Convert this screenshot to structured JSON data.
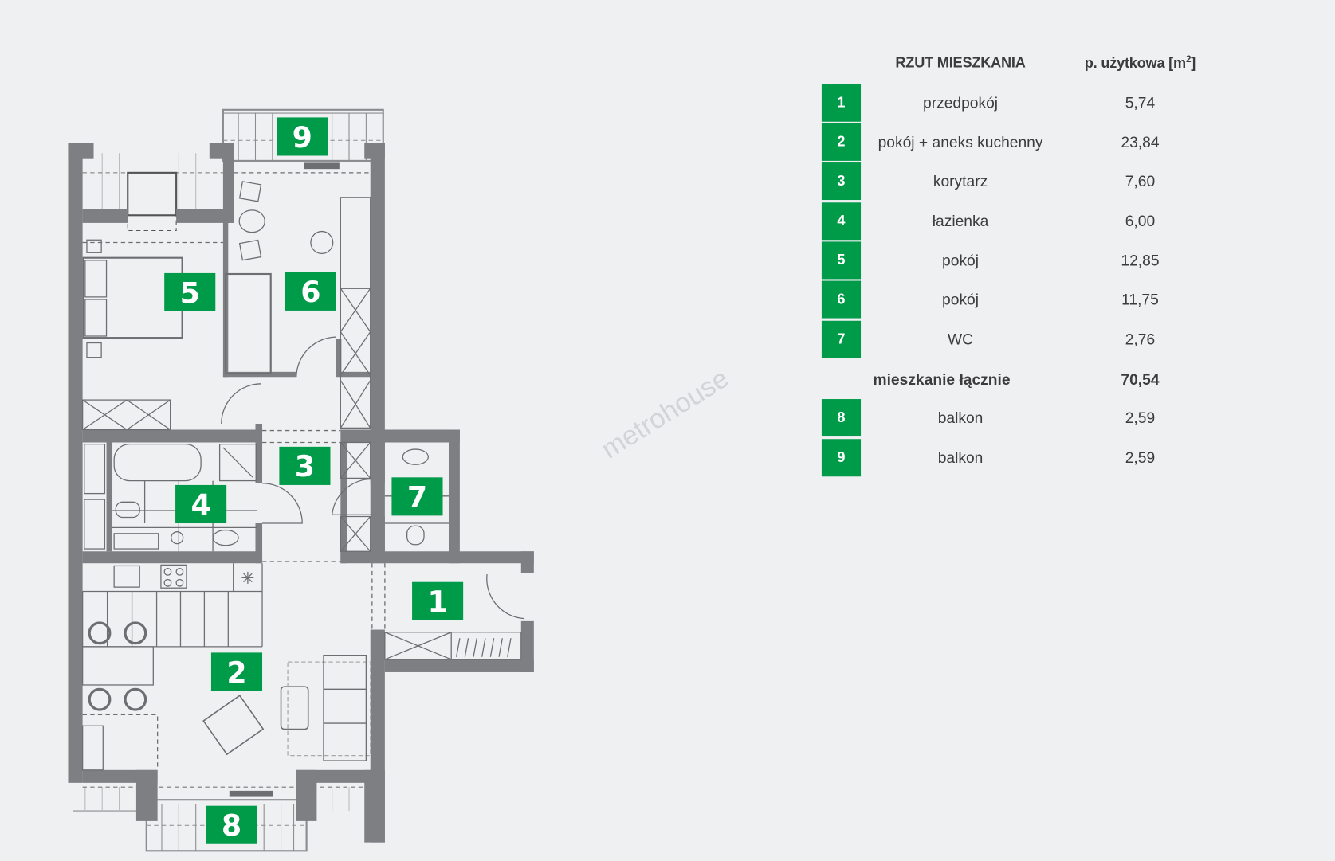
{
  "table": {
    "header_name": "RZUT MIESZKANIA",
    "header_area": "p. użytkowa [m",
    "header_area_sup": "2",
    "header_area_end": "]",
    "rooms": [
      {
        "num": "1",
        "name": "przedpokój",
        "area": "5,74"
      },
      {
        "num": "2",
        "name": "pokój + aneks kuchenny",
        "area": "23,84"
      },
      {
        "num": "3",
        "name": "korytarz",
        "area": "7,60"
      },
      {
        "num": "4",
        "name": "łazienka",
        "area": "6,00"
      },
      {
        "num": "5",
        "name": "pokój",
        "area": "12,85"
      },
      {
        "num": "6",
        "name": "pokój",
        "area": "11,75"
      },
      {
        "num": "7",
        "name": "WC",
        "area": "2,76"
      }
    ],
    "total_label": "mieszkanie łącznie",
    "total_area": "70,54",
    "balconies": [
      {
        "num": "8",
        "name": "balkon",
        "area": "2,59"
      },
      {
        "num": "9",
        "name": "balkon",
        "area": "2,59"
      }
    ]
  },
  "plan": {
    "labels": {
      "r1": "1",
      "r2": "2",
      "r3": "3",
      "r4": "4",
      "r5": "5",
      "r6": "6",
      "r7": "7",
      "r8": "8",
      "r9": "9"
    }
  },
  "watermark": "metrohouse",
  "colors": {
    "accent": "#009b48",
    "wall": "#7d7f83",
    "background": "#eff0f2"
  }
}
